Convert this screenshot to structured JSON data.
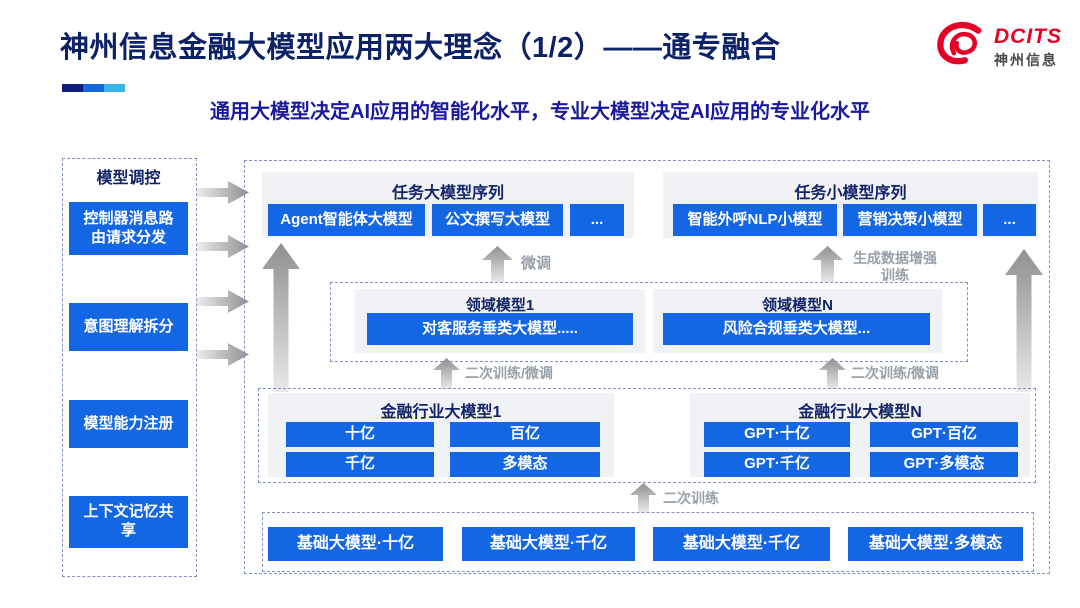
{
  "header": {
    "title": "神州信息金融大模型应用两大理念（1/2）——通专融合",
    "subtitle": "通用大模型决定AI应用的智能化水平，专业大模型决定AI应用的专业化水平",
    "logo": {
      "brand": "DCITS",
      "company": "神州信息"
    }
  },
  "sidebar": {
    "title": "模型调控",
    "items": [
      {
        "label": "控制器消息路\n由请求分发"
      },
      {
        "label": "意图理解拆分"
      },
      {
        "label": "模型能力注册"
      },
      {
        "label": "上下文记忆共\n享"
      }
    ]
  },
  "task_panels": [
    {
      "title": "任务大模型序列",
      "boxes": [
        "Agent智能体大模型",
        "公文撰写大模型",
        "..."
      ]
    },
    {
      "title": "任务小模型序列",
      "boxes": [
        "智能外呼NLP小模型",
        "营销决策小模型",
        "..."
      ]
    }
  ],
  "domain_panels": [
    {
      "title": "领域模型1",
      "box": "对客服务垂类大模型....."
    },
    {
      "title": "领域模型N",
      "box": "风险合规垂类大模型..."
    }
  ],
  "industry_panels": [
    {
      "title": "金融行业大模型1",
      "boxes": [
        "十亿",
        "百亿",
        "千亿",
        "多模态"
      ]
    },
    {
      "title": "金融行业大模型N",
      "boxes": [
        "GPT·十亿",
        "GPT·百亿",
        "GPT·千亿",
        "GPT·多模态"
      ]
    }
  ],
  "base_models": [
    "基础大模型·十亿",
    "基础大模型·千亿",
    "基础大模型·千亿",
    "基础大模型·多模态"
  ],
  "arrow_labels": {
    "fine_tune": "微调",
    "gen_data_train": "生成数据增强\n训练",
    "retrain_finetune_left": "二次训练/微调",
    "retrain_finetune_right": "二次训练/微调",
    "retrain": "二次训练"
  },
  "colors": {
    "accent_blue": "#1366e4",
    "title_navy": "#0d2166",
    "subtitle_blue": "#1b1a9e",
    "brand_red": "#e60027",
    "bar_navy": "#101c7d",
    "bar_blue": "#1565e0",
    "bar_cyan": "#38b6e8",
    "panel_gray": "#f1f2f6",
    "dash_border": "#8091c2",
    "label_gray": "#98a0a8"
  }
}
